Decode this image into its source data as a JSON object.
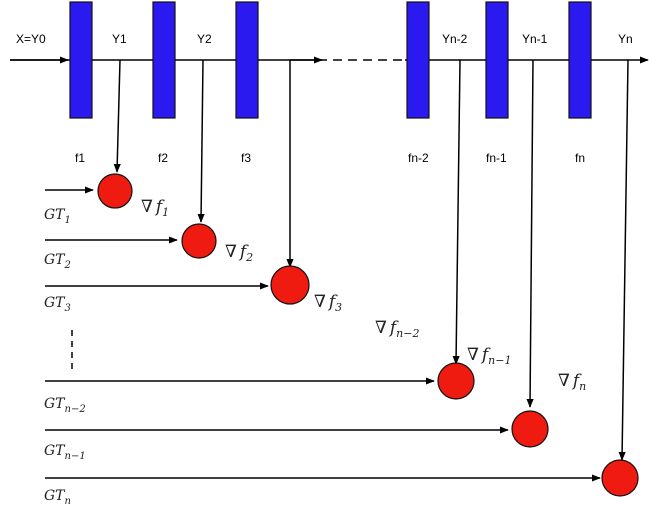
{
  "colors": {
    "block": "#2a1aef",
    "block_stroke": "#111111",
    "node": "#ef1a10",
    "line": "#000000"
  },
  "top_labels": [
    "X=Y0",
    "Y1",
    "Y2",
    "Yn-2",
    "Yn-1",
    "Yn"
  ],
  "blocks": [
    {
      "label": "f1"
    },
    {
      "label": "f2"
    },
    {
      "label": "f3"
    },
    {
      "label": "fn-2"
    },
    {
      "label": "fn-1"
    },
    {
      "label": "fn"
    }
  ],
  "gradients": [
    {
      "sym": "∇",
      "base": "f",
      "sub": "1"
    },
    {
      "sym": "∇",
      "base": "f",
      "sub": "2"
    },
    {
      "sym": "∇",
      "base": "f",
      "sub": "3"
    },
    {
      "sym": "∇",
      "base": "f",
      "sub": "n−2"
    },
    {
      "sym": "∇",
      "base": "f",
      "sub": "n−1"
    },
    {
      "sym": "∇",
      "base": "f",
      "sub": "n"
    }
  ],
  "gt_labels": [
    {
      "base": "GT",
      "sub": "1"
    },
    {
      "base": "GT",
      "sub": "2"
    },
    {
      "base": "GT",
      "sub": "3"
    },
    {
      "base": "GT",
      "sub": "n−2"
    },
    {
      "base": "GT",
      "sub": "n−1"
    },
    {
      "base": "GT",
      "sub": "n"
    }
  ]
}
